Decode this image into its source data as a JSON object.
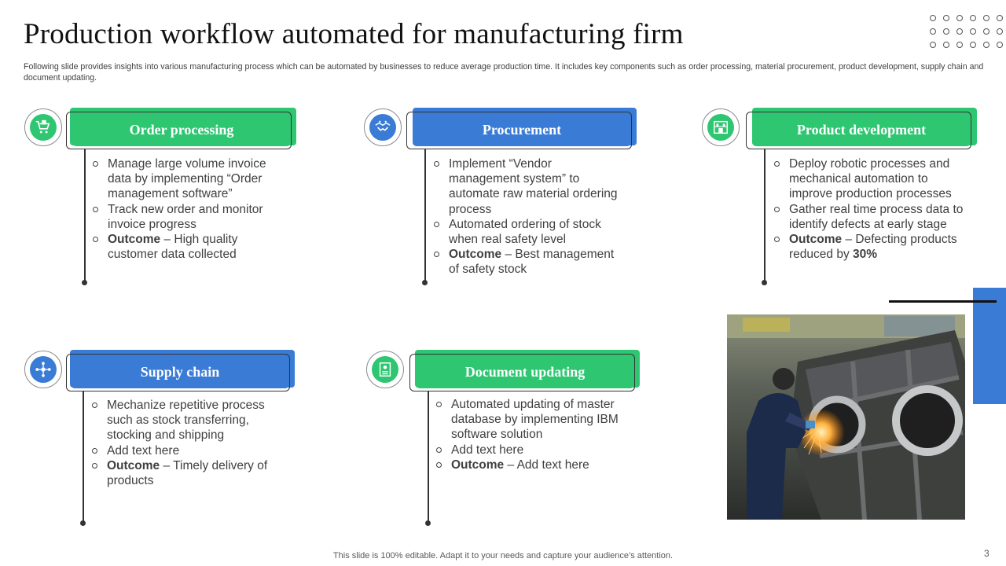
{
  "title": "Production workflow automated for manufacturing firm",
  "subtitle": "Following slide provides insights into various manufacturing process which can be automated by businesses to reduce average production time. It includes key components such as order processing, material procurement, product development, supply chain and document updating.",
  "colors": {
    "green": "#2ec671",
    "blue": "#3a7bd5",
    "dark": "#333333"
  },
  "cards": [
    {
      "heading": "Order processing",
      "icon": "shopping-cart-icon",
      "bullets": [
        {
          "text": "Manage large volume invoice data by implementing “Order management software”"
        },
        {
          "text": "Track new order and monitor invoice progress"
        },
        {
          "bold": "Outcome",
          "text": " – High quality customer data collected"
        }
      ]
    },
    {
      "heading": "Procurement",
      "icon": "handshake-icon",
      "bullets": [
        {
          "text": "Implement “Vendor management system” to automate raw material ordering process"
        },
        {
          "text": "Automated ordering of stock when real safety level"
        },
        {
          "bold": "Outcome",
          "text": " – Best management of safety stock"
        }
      ]
    },
    {
      "heading": "Product development",
      "icon": "factory-icon",
      "bullets": [
        {
          "text": "Deploy robotic processes and mechanical automation to improve production processes"
        },
        {
          "text": "Gather real time process data to identify defects at early stage"
        },
        {
          "bold": "Outcome",
          "text": " – Defecting products reduced by ",
          "bold_tail": "30%"
        }
      ]
    },
    {
      "heading": "Supply chain",
      "icon": "network-icon",
      "bullets": [
        {
          "text": "Mechanize repetitive process such as stock transferring, stocking and shipping"
        },
        {
          "text": "Add text here"
        },
        {
          "bold": "Outcome",
          "text": " – Timely delivery of products"
        }
      ]
    },
    {
      "heading": "Document updating",
      "icon": "document-icon",
      "bullets": [
        {
          "text": "Automated updating of master database by implementing IBM software solution"
        },
        {
          "text": "Add text here"
        },
        {
          "bold": "Outcome",
          "text": " – Add text here"
        }
      ]
    }
  ],
  "footer": "This slide is 100% editable. Adapt it to your needs and capture your audience’s attention.",
  "page_number": "3"
}
